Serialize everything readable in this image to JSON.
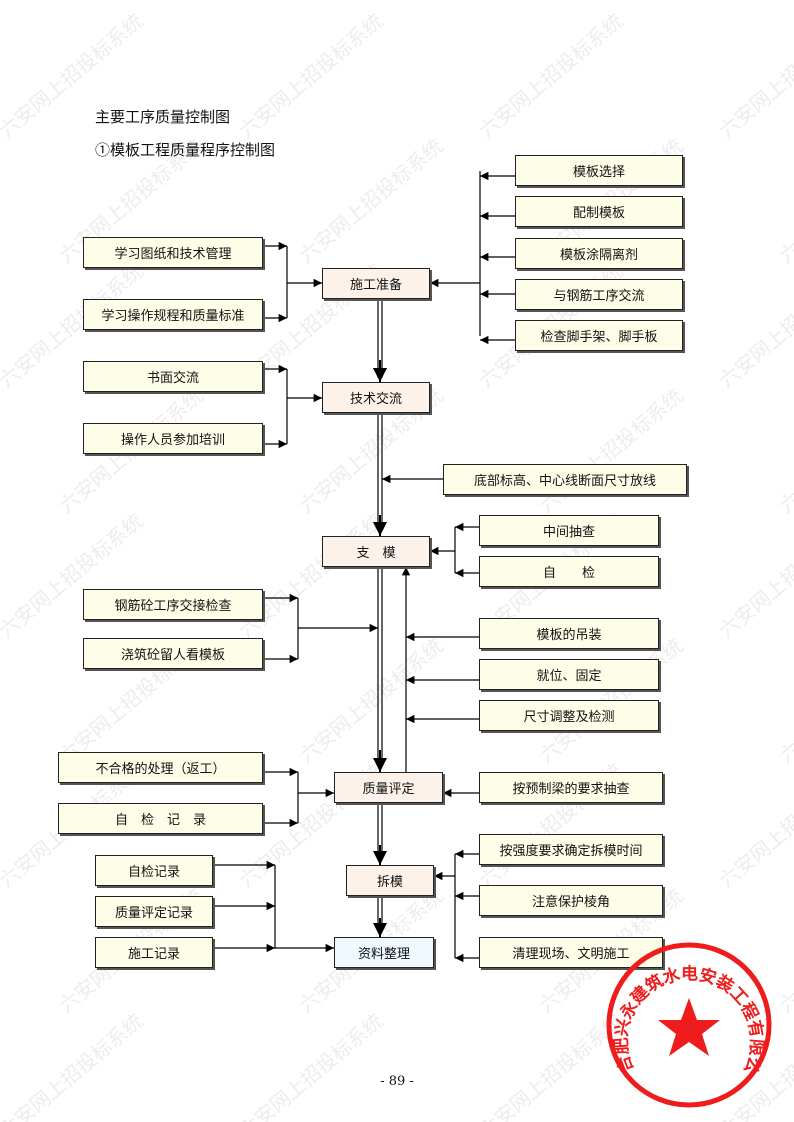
{
  "watermark": "六安网上招投标系统",
  "heading": "主要工序质量控制图",
  "subheading": "①模板工程质量程序控制图",
  "boxes": {
    "b1": "模板选择",
    "b2": "配制模板",
    "b3": "模板涂隔离剂",
    "b4": "与钢筋工序交流",
    "b5": "检查脚手架、脚手板",
    "l1": "学习图纸和技术管理",
    "l2": "学习操作规程和质量标准",
    "m1": "施工准备",
    "l3": "书面交流",
    "m2": "技术交流",
    "l4": "操作人员参加培训",
    "r6": "底部标高、中心线断面尺寸放线",
    "r7": "中间抽查",
    "m3": "支　模",
    "r8": "自　　检",
    "l5": "钢筋砼工序交接检查",
    "l6": "浇筑砼留人看模板",
    "r9": "模板的吊装",
    "r10": "就位、固定",
    "r11": "尺寸调整及检测",
    "l7": "不合格的处理（返工）",
    "m4": "质量评定",
    "r12": "按预制梁的要求抽查",
    "l8": "自　检　记　录",
    "r13": "按强度要求确定拆模时间",
    "l9": "自检记录",
    "m5": "拆模",
    "l10": "质量评定记录",
    "r14": "注意保护棱角",
    "l11": "施工记录",
    "m6": "资料整理",
    "r15": "清理现场、文明施工"
  },
  "page_number": "- 89 -",
  "seal": {
    "text": "合肥兴永建筑水电安装工程有限公司",
    "color": "#ee1c1c"
  }
}
